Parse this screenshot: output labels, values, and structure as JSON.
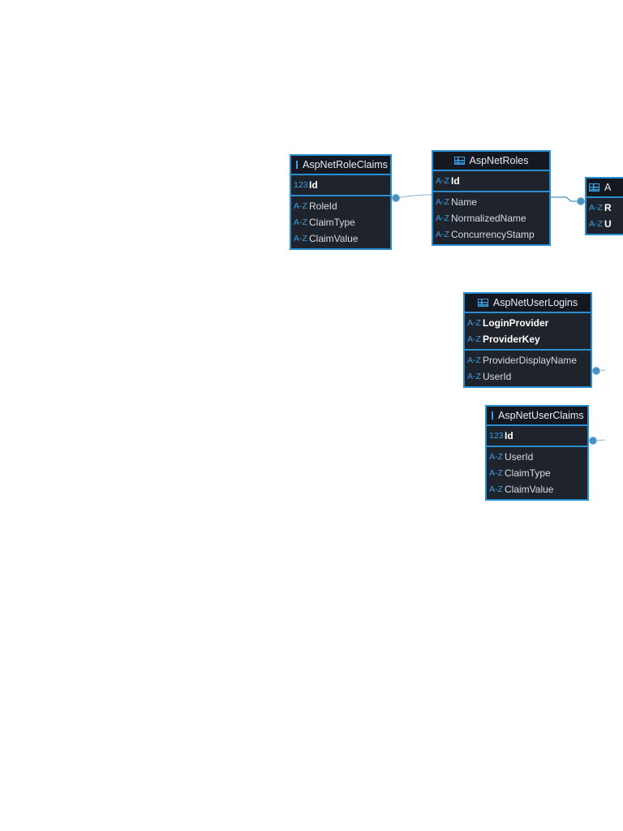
{
  "tables": {
    "role_claims": {
      "title": "AspNetRoleClaims",
      "keys": [
        {
          "type": "123",
          "name": "Id"
        }
      ],
      "fields": [
        {
          "type": "A-Z",
          "name": "RoleId"
        },
        {
          "type": "A-Z",
          "name": "ClaimType"
        },
        {
          "type": "A-Z",
          "name": "ClaimValue"
        }
      ]
    },
    "roles": {
      "title": "AspNetRoles",
      "keys": [
        {
          "type": "A-Z",
          "name": "Id"
        }
      ],
      "fields": [
        {
          "type": "A-Z",
          "name": "Name"
        },
        {
          "type": "A-Z",
          "name": "NormalizedName"
        },
        {
          "type": "A-Z",
          "name": "ConcurrencyStamp"
        }
      ]
    },
    "user_roles_partial": {
      "title": "A",
      "keys": [
        {
          "type": "A-Z",
          "name": "R"
        },
        {
          "type": "A-Z",
          "name": "U"
        }
      ]
    },
    "user_logins": {
      "title": "AspNetUserLogins",
      "keys": [
        {
          "type": "A-Z",
          "name": "LoginProvider"
        },
        {
          "type": "A-Z",
          "name": "ProviderKey"
        }
      ],
      "fields": [
        {
          "type": "A-Z",
          "name": "ProviderDisplayName"
        },
        {
          "type": "A-Z",
          "name": "UserId"
        }
      ]
    },
    "user_claims": {
      "title": "AspNetUserClaims",
      "keys": [
        {
          "type": "123",
          "name": "Id"
        }
      ],
      "fields": [
        {
          "type": "A-Z",
          "name": "UserId"
        },
        {
          "type": "A-Z",
          "name": "ClaimType"
        },
        {
          "type": "A-Z",
          "name": "ClaimValue"
        }
      ]
    }
  },
  "colors": {
    "border": "#2a8fd0",
    "table_bg": "#1f232b",
    "header_bg": "#151820",
    "type_icon": "#3aa0e4",
    "connector": "#4a8fbf"
  }
}
